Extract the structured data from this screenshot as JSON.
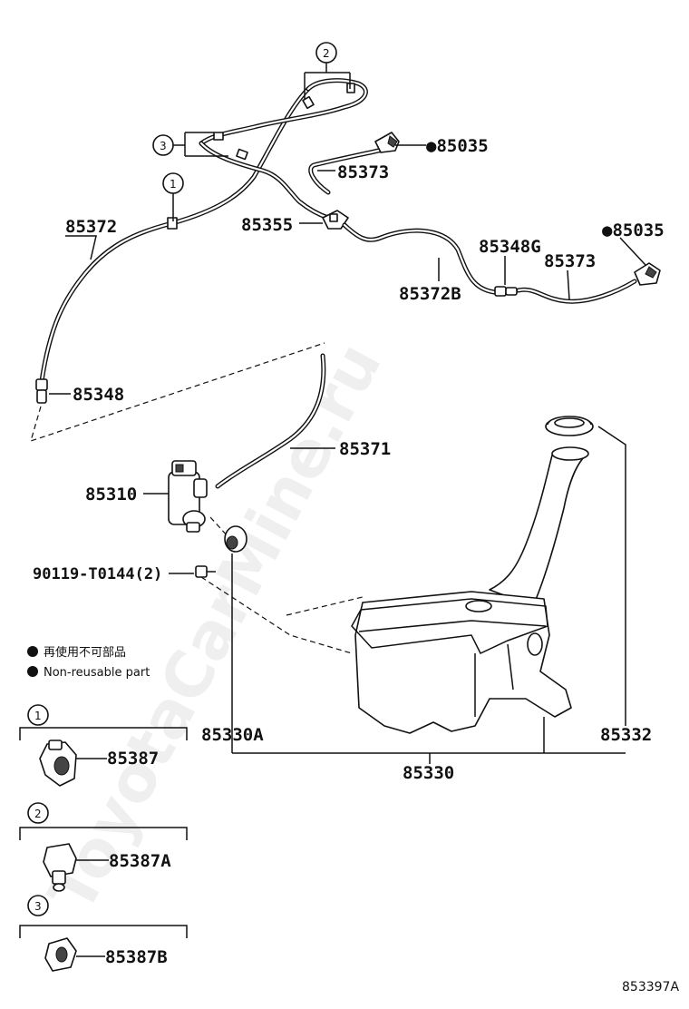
{
  "watermark": "ToyotaCarMine.ru",
  "figure_number": "853397A",
  "callouts": {
    "c1": "1",
    "c2": "2",
    "c3": "3"
  },
  "parts": {
    "p85035_top": "●85035",
    "p85373_top": "85373",
    "p85372": "85372",
    "p85355": "85355",
    "p85348G": "85348G",
    "p85035_right": "●85035",
    "p85373_right": "85373",
    "p85372B": "85372B",
    "p85348": "85348",
    "p85371": "85371",
    "p85310": "85310",
    "p90119": "90119-T0144(2)",
    "p85330A": "85330A",
    "p85332": "85332",
    "p85330": "85330",
    "p85387": "85387",
    "p85387A": "85387A",
    "p85387B": "85387B"
  },
  "legend": {
    "jp": "再使用不可部品",
    "en": "Non-reusable part"
  },
  "inset_numbers": {
    "i1": "1",
    "i2": "2",
    "i3": "3"
  }
}
